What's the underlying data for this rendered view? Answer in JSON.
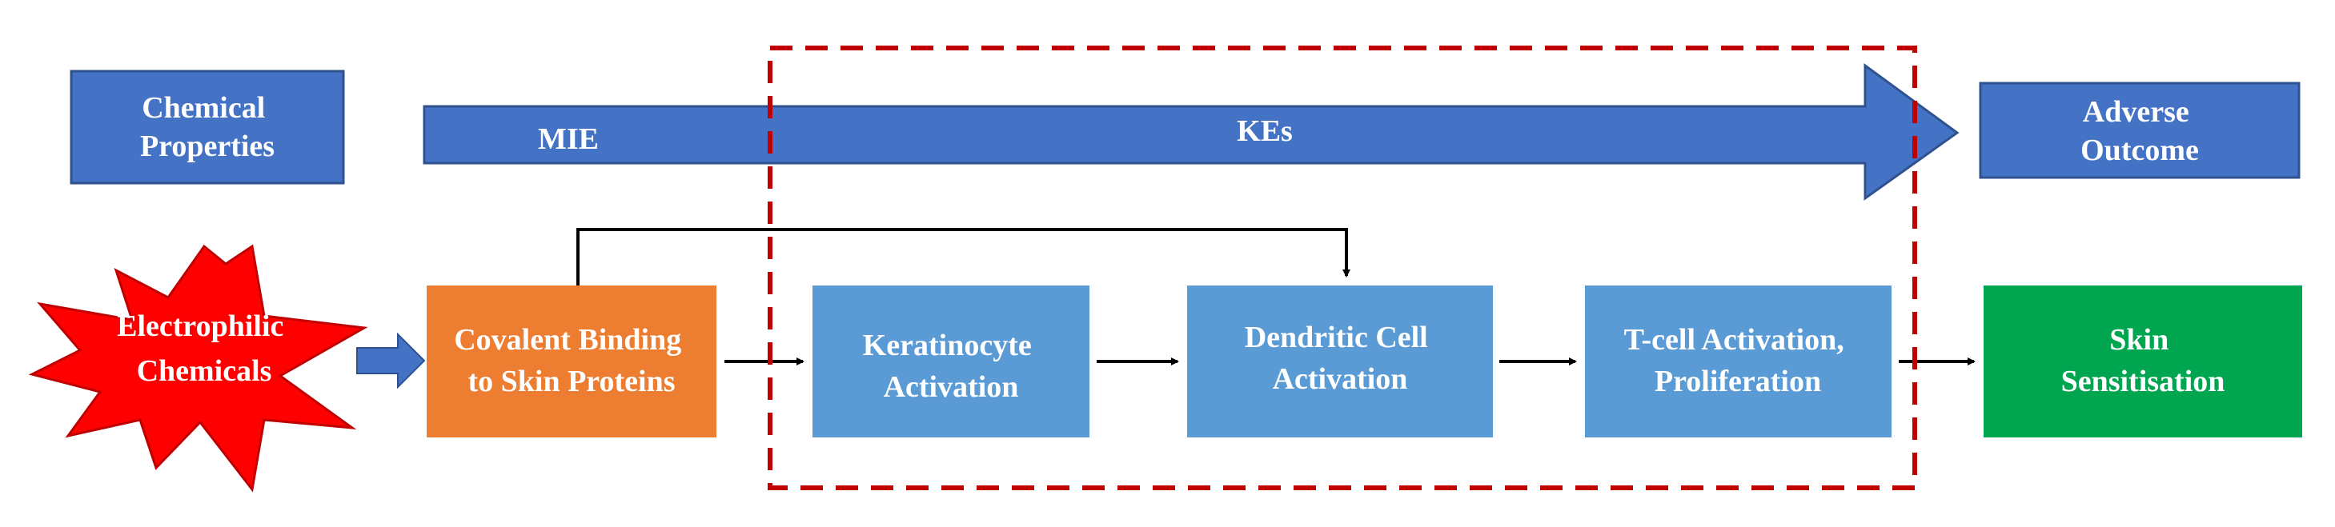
{
  "header": {
    "chemical_properties": [
      "Chemical",
      "Properties"
    ],
    "adverse_outcome": [
      "Adverse",
      "Outcome"
    ],
    "arrow_left_label": "MIE",
    "arrow_center_label": "KEs"
  },
  "pathway": {
    "trigger": [
      "Electrophilic",
      "Chemicals"
    ],
    "mie": [
      "Covalent Binding",
      "to Skin Proteins"
    ],
    "ke1": [
      "Keratinocyte",
      "Activation"
    ],
    "ke2": [
      "Dendritic Cell",
      "Activation"
    ],
    "ke3": [
      "T-cell Activation,",
      "Proliferation"
    ],
    "outcome": [
      "Skin",
      "Sensitisation"
    ]
  },
  "colors": {
    "header_blue": "#4472c4",
    "mie_orange": "#ed7d31",
    "ke_blue": "#5b9bd5",
    "outcome_green": "#00a550",
    "star_red": "#ff0000",
    "dashed_box": "#c00000"
  }
}
